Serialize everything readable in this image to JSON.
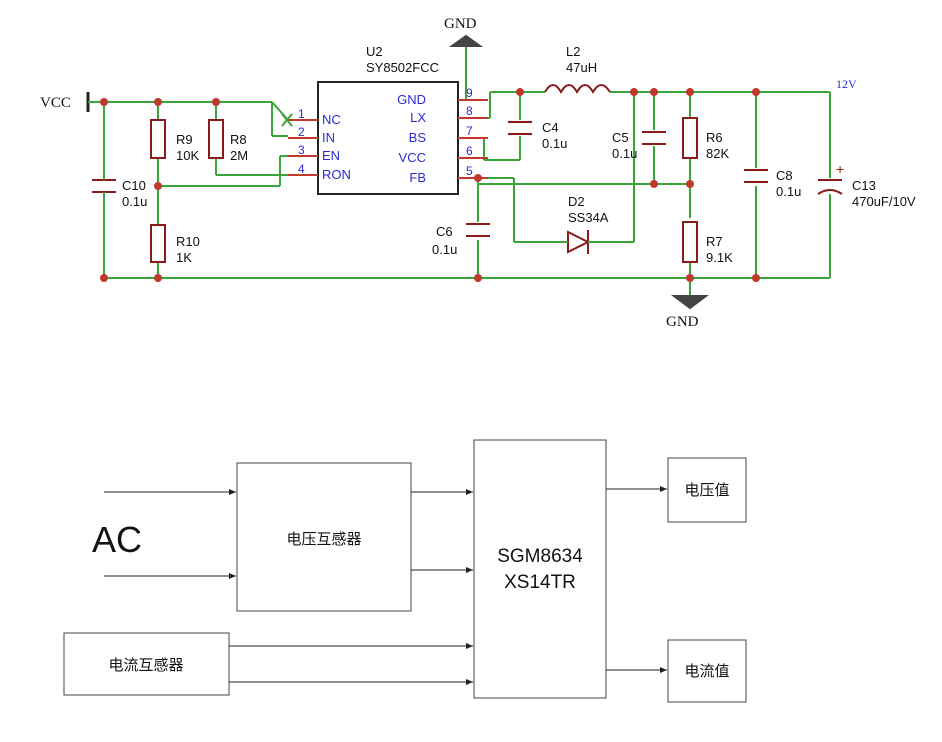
{
  "schematic": {
    "supply_labels": {
      "vcc": "VCC",
      "gnd_top": "GND",
      "gnd_bottom": "GND",
      "out_12v": "12V"
    },
    "ic": {
      "ref": "U2",
      "part": "SY8502FCC",
      "left_pins": [
        {
          "num": "1",
          "name": "NC"
        },
        {
          "num": "2",
          "name": "IN"
        },
        {
          "num": "3",
          "name": "EN"
        },
        {
          "num": "4",
          "name": "RON"
        }
      ],
      "right_pins": [
        {
          "num": "9",
          "name": "GND"
        },
        {
          "num": "8",
          "name": "LX"
        },
        {
          "num": "7",
          "name": "BS"
        },
        {
          "num": "6",
          "name": "VCC"
        },
        {
          "num": "5",
          "name": "FB"
        }
      ]
    },
    "components": {
      "R9": {
        "ref": "R9",
        "value": "10K"
      },
      "R8": {
        "ref": "R8",
        "value": "2M"
      },
      "R10": {
        "ref": "R10",
        "value": "1K"
      },
      "C10": {
        "ref": "C10",
        "value": "0.1u"
      },
      "C4": {
        "ref": "C4",
        "value": "0.1u"
      },
      "C5": {
        "ref": "C5",
        "value": "0.1u"
      },
      "C6": {
        "ref": "C6",
        "value": "0.1u"
      },
      "L2": {
        "ref": "L2",
        "value": "47uH"
      },
      "D2": {
        "ref": "D2",
        "value": "SS34A"
      },
      "R6": {
        "ref": "R6",
        "value": "82K"
      },
      "R7": {
        "ref": "R7",
        "value": "9.1K"
      },
      "C8": {
        "ref": "C8",
        "value": "0.1u"
      },
      "C13": {
        "ref": "C13",
        "value": "470uF/10V"
      }
    }
  },
  "block_diagram": {
    "ac_label": "AC",
    "voltage_transformer": "电压互感器",
    "current_transformer": "电流互感器",
    "chip_line1": "SGM8634",
    "chip_line2": "XS14TR",
    "voltage_output": "电压值",
    "current_output": "电流值"
  },
  "colors": {
    "wire": "#3aa53a",
    "pin": "#c0392b",
    "pin_text": "#2b2bd6",
    "component": "#8b1a1a"
  }
}
